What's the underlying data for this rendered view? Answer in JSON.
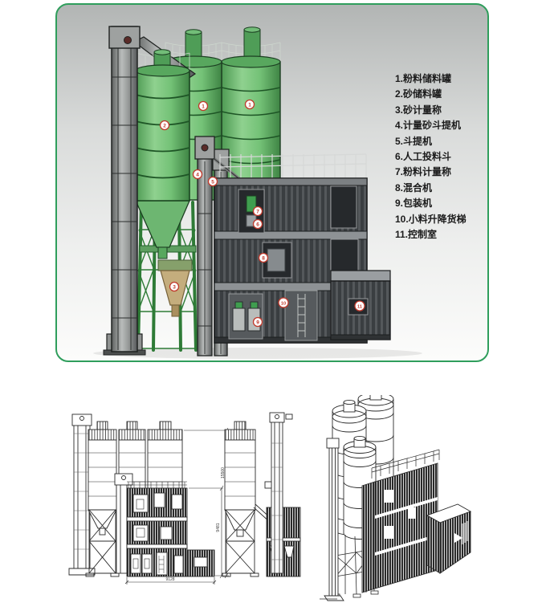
{
  "panel": {
    "border_color": "#2f9e5c",
    "marker_color": "#c0392b",
    "silo_green": "#69bb6e",
    "structure_gray": "#a9abaa",
    "building_dark": "#4a4e51",
    "legend": {
      "items": [
        {
          "text": "1.粉料储料罐"
        },
        {
          "text": "2.砂储料罐"
        },
        {
          "text": "3.砂计量称"
        },
        {
          "text": "4.计量砂斗提机"
        },
        {
          "text": "5.斗提机"
        },
        {
          "text": "6.人工投料斗"
        },
        {
          "text": "7.粉料计量称"
        },
        {
          "text": "8.混合机"
        },
        {
          "text": "9.包装机"
        },
        {
          "text": "10.小料升降货梯"
        },
        {
          "text": "11.控制室"
        }
      ]
    },
    "markers": {
      "m1a": "1",
      "m1b": "1",
      "m2": "2",
      "m3": "3",
      "m4": "4",
      "m5": "5",
      "m6": "6",
      "m7": "7",
      "m8": "8",
      "m9": "9",
      "m10": "10",
      "m11": "11"
    }
  },
  "drawings": {
    "line_color": "#2b2b2b",
    "dims": {
      "total_height": "15500",
      "building_height": "9481",
      "building_width": "9128"
    }
  }
}
